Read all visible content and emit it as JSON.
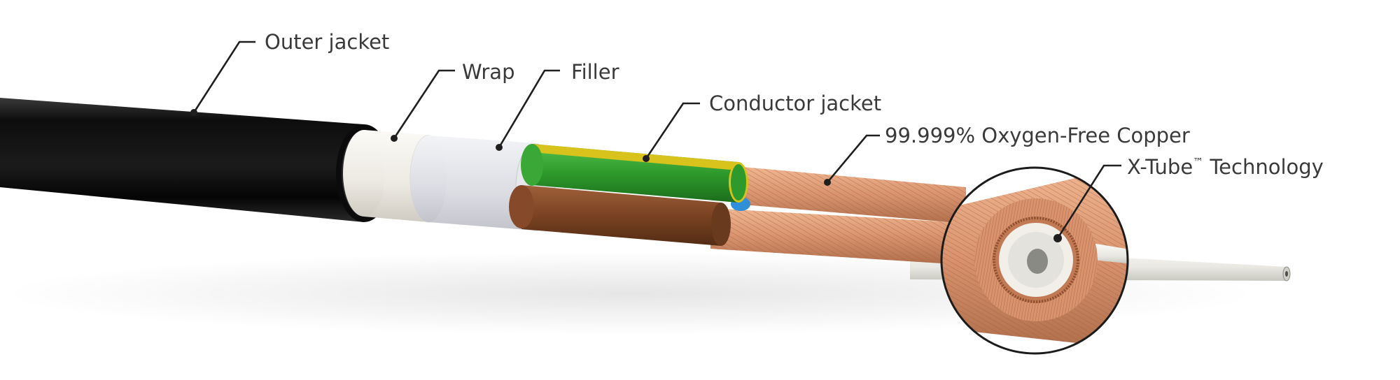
{
  "labels": {
    "outer_jacket": "Outer jacket",
    "wrap": "Wrap",
    "filler": "Filler",
    "conductor_jacket": "Conductor jacket",
    "copper": "99.999% Oxygen-Free Copper",
    "xtube_main": "X-Tube",
    "xtube_tm": "™",
    "xtube_rest": " Technology"
  },
  "colors": {
    "outer_jacket": "#111111",
    "wrap": "#ece9e2",
    "filler": "#dcdde3",
    "green_conductor": "#2e9a2c",
    "yellow_stripe": "#d8c21c",
    "brown_conductor": "#7a4322",
    "copper": "#d9946f",
    "core_tube": "#e9e8e2",
    "leader": "#1f1f1f"
  }
}
